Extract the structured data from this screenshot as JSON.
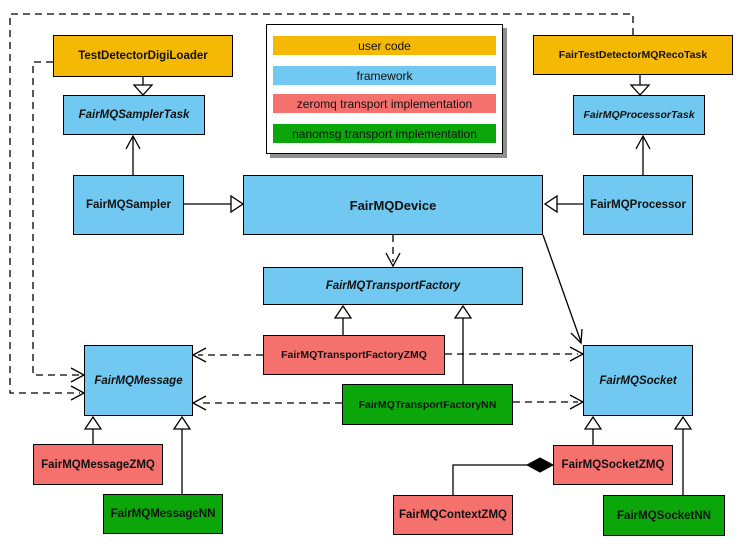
{
  "diagram": {
    "kind": "uml-class-diagram",
    "palette": {
      "user_code": "#F5B905",
      "framework": "#71C9F1",
      "zeromq": "#F5716E",
      "nanomsg": "#0AA60A",
      "border": "#000000",
      "background": "#FFFFFF"
    },
    "legend": {
      "items": [
        {
          "label": "user code",
          "category": "user_code"
        },
        {
          "label": "framework",
          "category": "framework"
        },
        {
          "label": "zeromq transport implementation",
          "category": "zeromq"
        },
        {
          "label": "nanomsg transport implementation",
          "category": "nanomsg"
        }
      ]
    },
    "nodes": [
      {
        "label": "TestDetectorDigiLoader",
        "category": "user_code",
        "abstract": false
      },
      {
        "label": "FairTestDetectorMQRecoTask",
        "category": "user_code",
        "abstract": false
      },
      {
        "label": "FairMQSamplerTask",
        "category": "framework",
        "abstract": true
      },
      {
        "label": "FairMQProcessorTask",
        "category": "framework",
        "abstract": true
      },
      {
        "label": "FairMQSampler",
        "category": "framework",
        "abstract": false
      },
      {
        "label": "FairMQDevice",
        "category": "framework",
        "abstract": false
      },
      {
        "label": "FairMQProcessor",
        "category": "framework",
        "abstract": false
      },
      {
        "label": "FairMQTransportFactory",
        "category": "framework",
        "abstract": true
      },
      {
        "label": "FairMQTransportFactoryZMQ",
        "category": "zeromq",
        "abstract": false
      },
      {
        "label": "FairMQTransportFactoryNN",
        "category": "nanomsg",
        "abstract": false
      },
      {
        "label": "FairMQMessage",
        "category": "framework",
        "abstract": true
      },
      {
        "label": "FairMQSocket",
        "category": "framework",
        "abstract": true
      },
      {
        "label": "FairMQMessageZMQ",
        "category": "zeromq",
        "abstract": false
      },
      {
        "label": "FairMQMessageNN",
        "category": "nanomsg",
        "abstract": false
      },
      {
        "label": "FairMQContextZMQ",
        "category": "zeromq",
        "abstract": false
      },
      {
        "label": "FairMQSocketZMQ",
        "category": "zeromq",
        "abstract": false
      },
      {
        "label": "FairMQSocketNN",
        "category": "nanomsg",
        "abstract": false
      }
    ],
    "edges": [
      {
        "from": "TestDetectorDigiLoader",
        "to": "FairMQSamplerTask",
        "type": "generalization"
      },
      {
        "from": "FairTestDetectorMQRecoTask",
        "to": "FairMQProcessorTask",
        "type": "generalization"
      },
      {
        "from": "FairMQSampler",
        "to": "FairMQSamplerTask",
        "type": "association"
      },
      {
        "from": "FairMQProcessor",
        "to": "FairMQProcessorTask",
        "type": "association"
      },
      {
        "from": "FairMQSampler",
        "to": "FairMQDevice",
        "type": "generalization"
      },
      {
        "from": "FairMQProcessor",
        "to": "FairMQDevice",
        "type": "generalization"
      },
      {
        "from": "FairMQDevice",
        "to": "FairMQTransportFactory",
        "type": "dependency-dashed"
      },
      {
        "from": "FairMQDevice",
        "to": "FairMQSocket",
        "type": "association"
      },
      {
        "from": "FairMQTransportFactoryZMQ",
        "to": "FairMQTransportFactory",
        "type": "generalization"
      },
      {
        "from": "FairMQTransportFactoryNN",
        "to": "FairMQTransportFactory",
        "type": "generalization"
      },
      {
        "from": "TestDetectorDigiLoader",
        "to": "FairMQMessage",
        "type": "dependency-dashed"
      },
      {
        "from": "FairTestDetectorMQRecoTask",
        "to": "FairMQMessage",
        "type": "dependency-dashed"
      },
      {
        "from": "FairMQTransportFactoryZMQ",
        "to": "FairMQMessage",
        "type": "dependency-dashed"
      },
      {
        "from": "FairMQTransportFactoryNN",
        "to": "FairMQMessage",
        "type": "dependency-dashed"
      },
      {
        "from": "FairMQTransportFactoryZMQ",
        "to": "FairMQSocket",
        "type": "dependency-dashed"
      },
      {
        "from": "FairMQTransportFactoryNN",
        "to": "FairMQSocket",
        "type": "dependency-dashed"
      },
      {
        "from": "FairMQMessageZMQ",
        "to": "FairMQMessage",
        "type": "generalization"
      },
      {
        "from": "FairMQMessageNN",
        "to": "FairMQMessage",
        "type": "generalization"
      },
      {
        "from": "FairMQSocketZMQ",
        "to": "FairMQSocket",
        "type": "generalization"
      },
      {
        "from": "FairMQSocketNN",
        "to": "FairMQSocket",
        "type": "generalization"
      },
      {
        "from": "FairMQContextZMQ",
        "to": "FairMQSocketZMQ",
        "type": "composition"
      }
    ]
  }
}
